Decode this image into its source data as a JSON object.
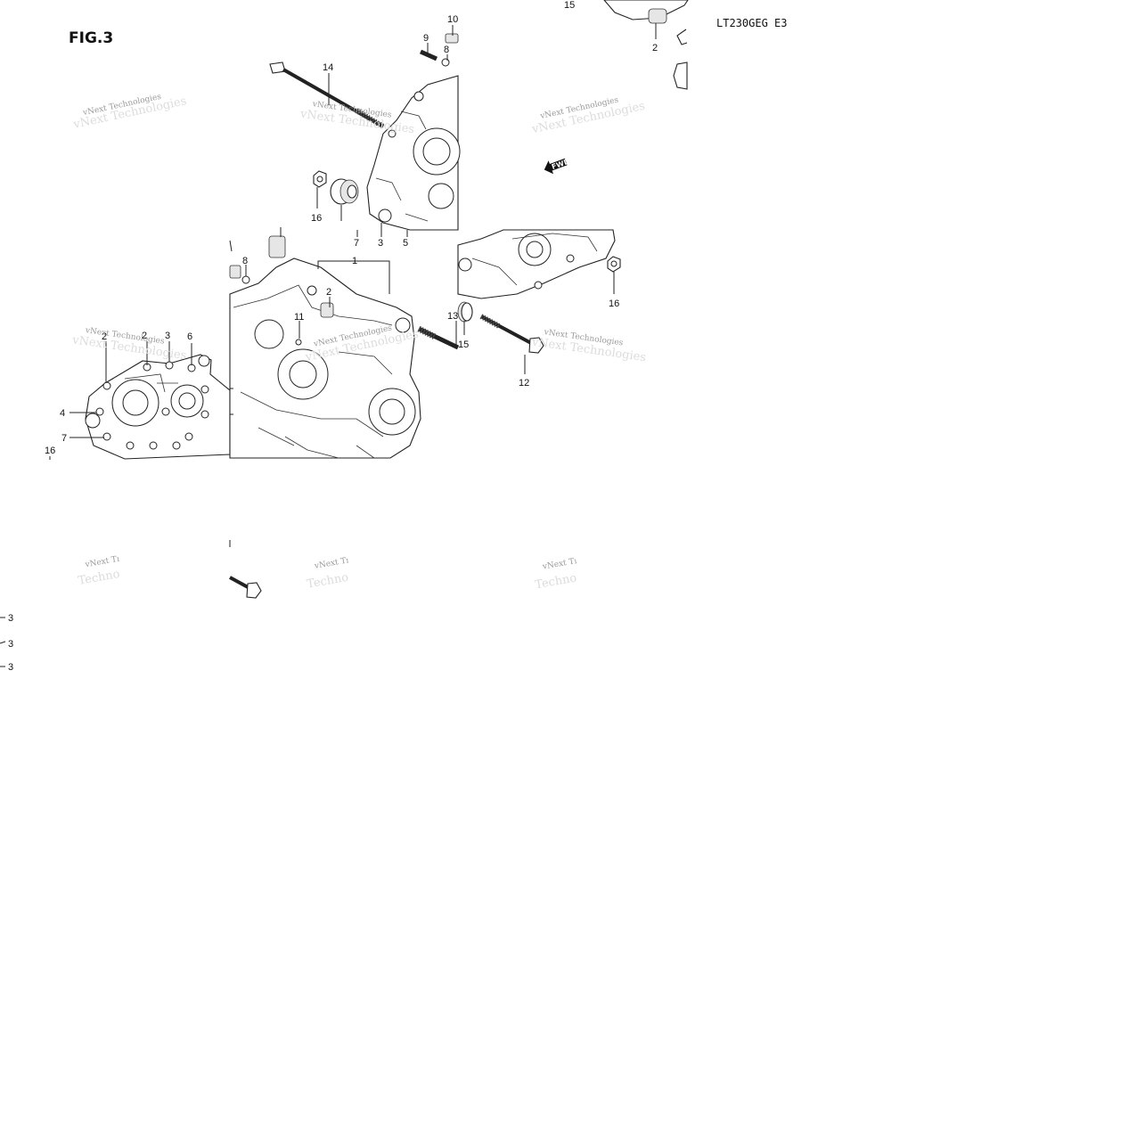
{
  "figure": {
    "label": "FIG.3",
    "model_code": "LT230GEG  E3"
  },
  "callouts": {
    "n1": "1",
    "n2a": "2",
    "n2b": "2",
    "n2c": "2",
    "n3a": "3",
    "n3b": "3",
    "n3c": "3",
    "n3d": "3",
    "n3e": "3",
    "n4": "4",
    "n5": "5",
    "n6": "6",
    "n7a": "7",
    "n7b": "7",
    "n8": "8",
    "n9": "9",
    "n10": "10",
    "n11": "11",
    "n12": "12",
    "n13": "13",
    "n14": "14",
    "n15a": "15",
    "n15b": "15",
    "n16a": "16",
    "n16b": "16",
    "n16c": "16"
  },
  "fwd_arrow": {
    "label": "FWD"
  },
  "watermark": {
    "line1": "vNext Technologies",
    "line1_cut": "vNext Tı",
    "line2": "Techno"
  },
  "icons": {
    "fwd": "fwd-arrow-icon"
  }
}
